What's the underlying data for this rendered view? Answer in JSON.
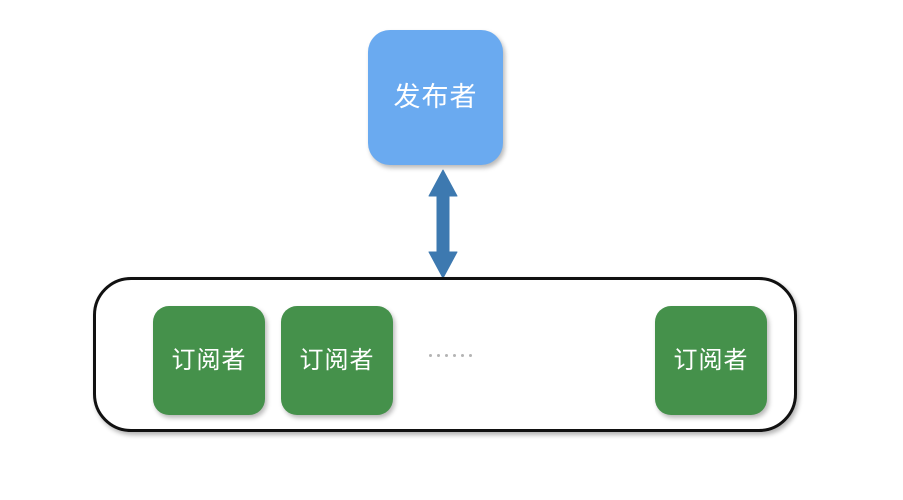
{
  "diagram": {
    "title": "publish-subscribe-pattern",
    "background_color": "#ffffff",
    "publisher": {
      "label": "发布者",
      "fill_color": "#6aaaf0",
      "text_color": "#ffffff"
    },
    "connector": {
      "type": "double-headed-vertical-arrow",
      "color": "#3d79b0"
    },
    "subscribers_container": {
      "border_color": "#111111",
      "fill_color": "#ffffff"
    },
    "subscribers": [
      {
        "label": "订阅者",
        "fill_color": "#45914b",
        "text_color": "#ffffff"
      },
      {
        "label": "订阅者",
        "fill_color": "#45914b",
        "text_color": "#ffffff"
      },
      {
        "label": "订阅者",
        "fill_color": "#45914b",
        "text_color": "#ffffff"
      }
    ],
    "ellipsis": {
      "dot_count": 6,
      "color": "#b4b4b4"
    }
  }
}
